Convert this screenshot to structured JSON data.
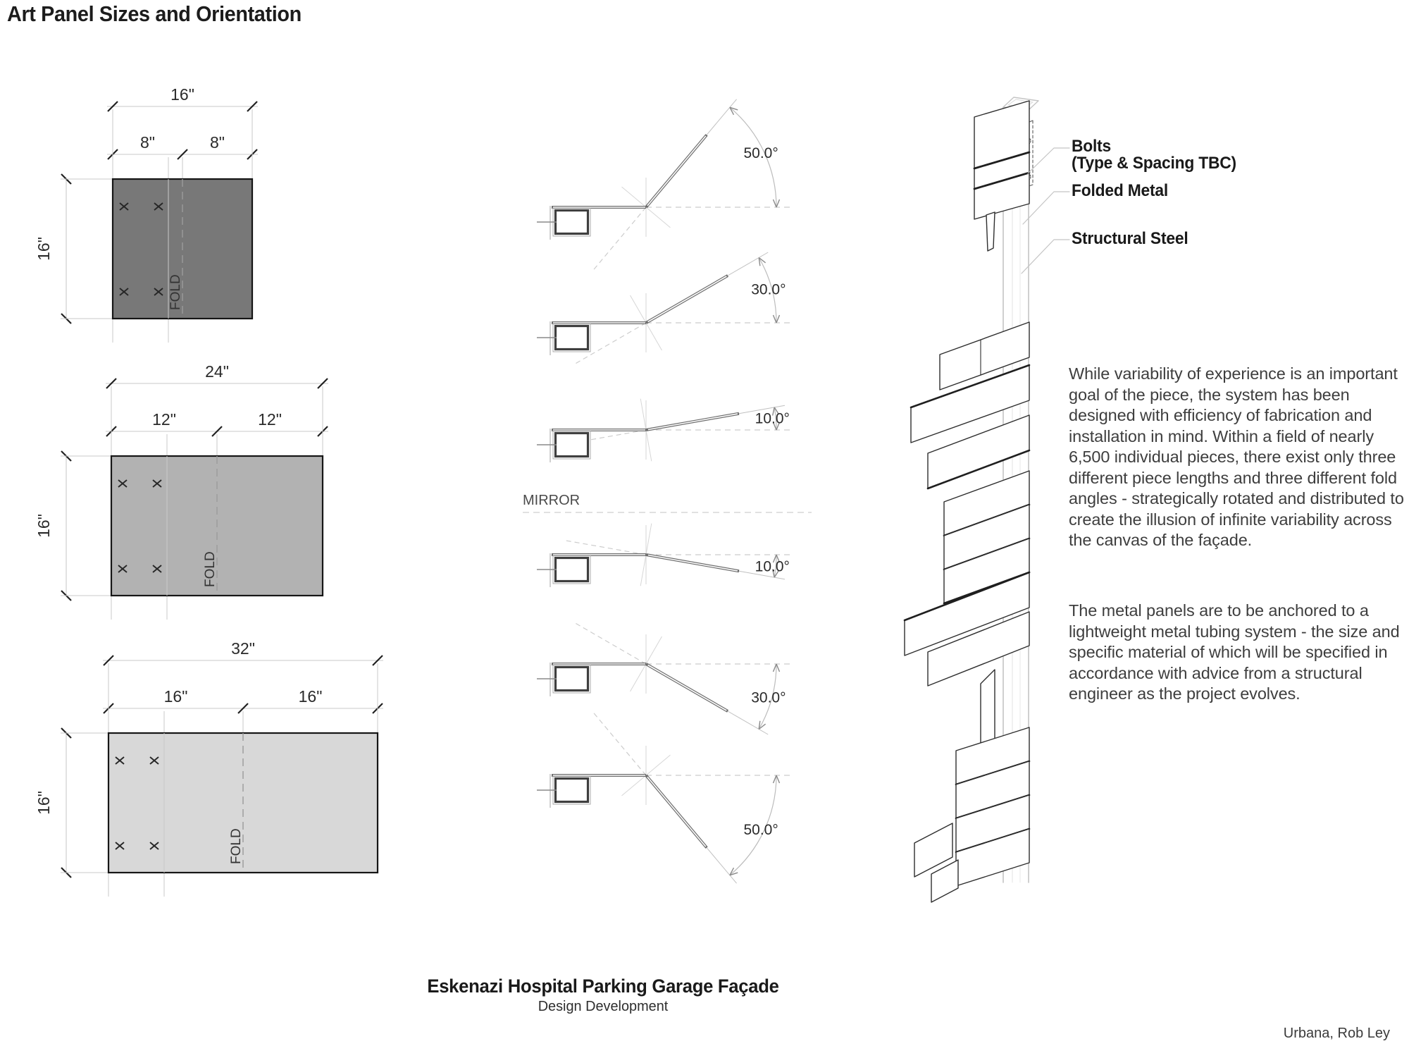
{
  "title": "Art Panel Sizes and Orientation",
  "panels": [
    {
      "total": "16\"",
      "left_half": "8\"",
      "right_half": "8\"",
      "height": "16\"",
      "fold": "FOLD"
    },
    {
      "total": "24\"",
      "left_half": "12\"",
      "right_half": "12\"",
      "height": "16\"",
      "fold": "FOLD"
    },
    {
      "total": "32\"",
      "left_half": "16\"",
      "right_half": "16\"",
      "height": "16\"",
      "fold": "FOLD"
    }
  ],
  "fold_section": {
    "mirror": "MIRROR",
    "angles": [
      {
        "label": "50.0°"
      },
      {
        "label": "30.0°"
      },
      {
        "label": "10.0°"
      },
      {
        "label": "10.0°"
      },
      {
        "label": "30.0°"
      },
      {
        "label": "50.0°"
      }
    ]
  },
  "annotations": {
    "bolts": "Bolts",
    "bolts_sub": "(Type & Spacing TBC)",
    "folded_metal": "Folded Metal",
    "structural_steel": "Structural Steel"
  },
  "paragraphs": {
    "p1": "While variability of experience is an important goal of the piece, the system has been designed with efficiency of fabrication and installation in mind. Within a field of nearly 6,500 individual pieces, there exist only three different piece lengths and three different fold angles - strategically rotated and distributed to create the illusion of infinite variability across the canvas of the façade.",
    "p2": "The metal panels are to be anchored to a lightweight metal tubing system - the size and specific material of which will be specified in accordance with advice from a structural engineer as the project evolves."
  },
  "footer": {
    "project": "Eskenazi Hospital Parking Garage Façade",
    "phase": "Design Development",
    "credit": "Urbana, Rob Ley"
  },
  "colors": {
    "panel_dark": "#787878",
    "panel_mid": "#b2b2b2",
    "panel_light": "#d8d8d8",
    "line_dark": "#222222",
    "line_light": "#c9c9c9"
  }
}
